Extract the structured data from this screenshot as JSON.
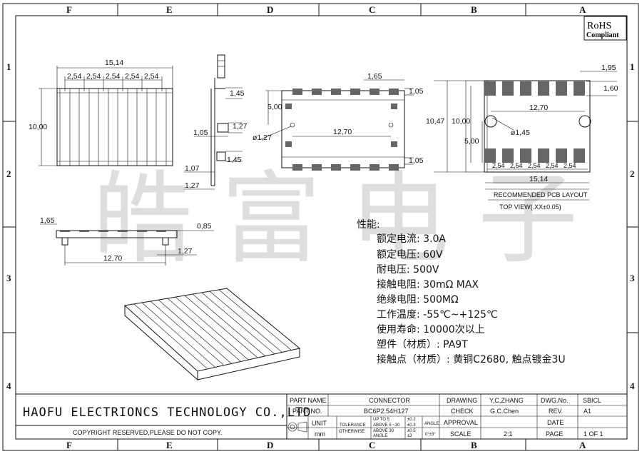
{
  "border": {
    "columns": [
      "F",
      "E",
      "D",
      "C",
      "B",
      "A"
    ],
    "rows": [
      "1",
      "2",
      "3",
      "4"
    ]
  },
  "rohs": {
    "line1": "RoHS",
    "line2": "Compliant"
  },
  "watermark": "皓富电子",
  "front_view": {
    "overall": "15,14",
    "pitch": [
      "2,54",
      "2,54",
      "2,54",
      "2,54",
      "2,54"
    ],
    "height": "10,00"
  },
  "side_view": {
    "d1": "1,45",
    "d2": "1,27",
    "d3": "1,05",
    "d4": "1,45",
    "d5": "1,07",
    "d6": "1,27"
  },
  "top_view": {
    "pitch": "1,65",
    "top": "1,05",
    "height": "5,00",
    "hole": "ø1,27",
    "span": "12,70",
    "bottom": "1,05"
  },
  "pcb_layout": {
    "pad_w": "1,95",
    "pad_h": "1,60",
    "total_h": "10,47",
    "inner_h": "10,00",
    "span": "12,70",
    "hole": "ø1,45",
    "half": "5,00",
    "pitch": [
      "2,54",
      "2,54",
      "2,54",
      "2,54",
      "2,54"
    ],
    "overall": "15,14",
    "title": "RECOMMENDED PCB LAYOUT",
    "subtitle": "TOP VIEW(.XX±0.05)"
  },
  "bottom_side_view": {
    "d1": "1,65",
    "d2": "0,85",
    "d3": "12,70",
    "d4": "1,27"
  },
  "specs": {
    "heading": "性能:",
    "lines": [
      "额定电流: 3.0A",
      "额定电压: 60V",
      "耐电压: 500V",
      "接触电阻: 30mΩ  MAX",
      "绝缘电阻: 500MΩ",
      "工作温度: -55℃~+125℃",
      "使用寿命: 10000次以上",
      "塑件（材质）: PA9T",
      "接触点（材质）: 黄铜C2680, 触点镀金3U"
    ]
  },
  "title_block": {
    "company": "HAOFU ELECTRIONCS TECHNOLOGY CO.,LTD",
    "copyright": "COPYRIGHT RESERVED,PLEASE DO NOT COPY.",
    "part_name_label": "PART NAME",
    "part_name": "CONNECTOR",
    "part_no_label": "PART NO.",
    "part_no": "BC6P2.54H127",
    "unit_label": "UNIT",
    "unit": "mm",
    "tolerance_label": "TOLERANCE",
    "otherwise_label": "OTHERWISE",
    "tol_rows": [
      "UP TO 5",
      "ABOVE 5 ~30",
      "ABOVE 30"
    ],
    "tol_vals": [
      "±0.2",
      "±0.3",
      "±0.5"
    ],
    "angle_label": "ANGLE",
    "angle_val": "±3",
    "angle_head": "ANGLE",
    "angle_tol": "0°±3°",
    "drawing_label": "DRAWING",
    "drawing": "Y,C,ZHANG",
    "check_label": "CHECK",
    "check": "G.C.Chen",
    "approval_label": "APPROVAL",
    "scale_label": "SCALE",
    "scale": "2:1",
    "dwg_label": "DWG.No.",
    "dwg": "SBICL",
    "rev_label": "REV.",
    "rev": "A1",
    "date_label": "DATE",
    "page_label": "PAGE",
    "page": "1 OF 1"
  }
}
